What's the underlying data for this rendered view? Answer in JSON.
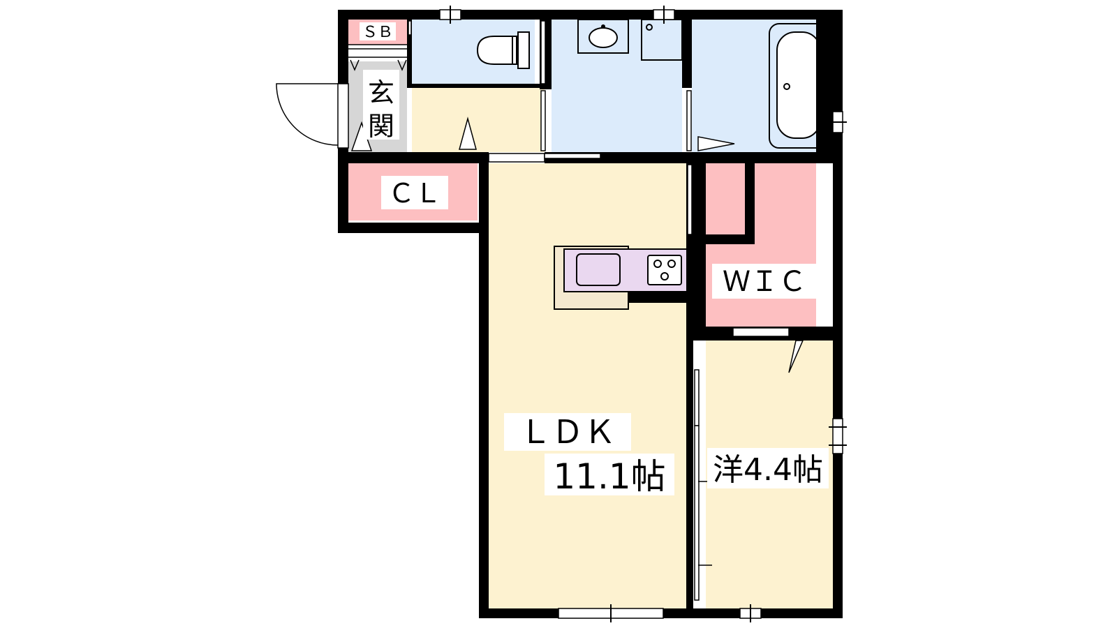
{
  "floorplan": {
    "rooms": {
      "shoe_box": {
        "label": "ＳＢ"
      },
      "entrance": {
        "label_line1": "玄",
        "label_line2": "関"
      },
      "closet": {
        "label": "ＣＬ"
      },
      "walk_in_closet": {
        "label": "ＷＩＣ"
      },
      "ldk": {
        "label_line1": "ＬＤＫ",
        "label_line2": "11.1帖"
      },
      "western_room": {
        "label": "洋4.4帖"
      }
    },
    "colors": {
      "wall": "#000000",
      "living_floor": "#fdf2d0",
      "wet_area": "#dcebfb",
      "storage": "#fdbfc1",
      "entrance_floor": "#d6d6d6",
      "kitchen_counter": "#ead8f0"
    }
  }
}
